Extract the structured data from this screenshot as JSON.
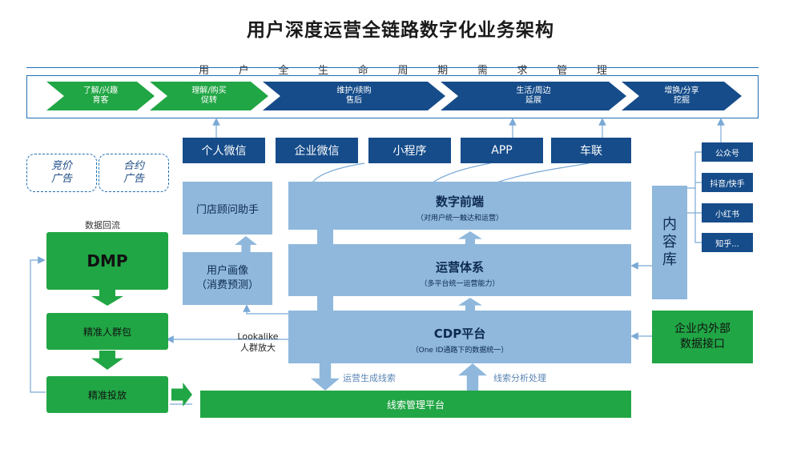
{
  "title": "用户深度运营全链路数字化业务架构",
  "lifecycle": {
    "label_chars": [
      "用",
      "户",
      "全",
      "生",
      "命",
      "周",
      "期",
      "需",
      "求",
      "管",
      "理"
    ],
    "stages": [
      {
        "line1": "了解/兴趣",
        "line2": "育客"
      },
      {
        "line1": "理解/购买",
        "line2": "促转"
      },
      {
        "line1": "维护/续购",
        "line2": "售后"
      },
      {
        "line1": "生活/周边",
        "line2": "延展"
      },
      {
        "line1": "增换/分享",
        "line2": "挖掘"
      }
    ]
  },
  "channels": [
    "个人微信",
    "企业微信",
    "小程序",
    "APP",
    "车联"
  ],
  "ads": {
    "bid": "竞价\n广告",
    "contract": "合约\n广告"
  },
  "data_return": "数据回流",
  "dmp": "DMP",
  "crowd_pack": "精准人群包",
  "precise_delivery": "精准投放",
  "store_assistant": "门店顾问助手",
  "user_portrait": {
    "line1": "用户画像",
    "line2": "（消费预测）"
  },
  "lookalike": {
    "line1": "Lookalike",
    "line2": "人群放大"
  },
  "digital_front": {
    "title": "数字前端",
    "sub": "（对用户统一触达和运营）"
  },
  "ops_system": {
    "title": "运营体系",
    "sub": "（多平台统一运营能力）"
  },
  "cdp": {
    "title": "CDP平台",
    "sub": "（One ID通路下的数据统一）"
  },
  "leads_gen": "运营生成线索",
  "leads_analysis": "线索分析处理",
  "leads_platform": "线索管理平台",
  "content_lib": "内\n容\n库",
  "media": [
    "公众号",
    "抖音/快手",
    "小红书",
    "知乎..."
  ],
  "data_interface": {
    "line1": "企业内外部",
    "line2": "数据接口"
  },
  "colors": {
    "green": "#21a645",
    "navy": "#164c8a",
    "light_blue": "#8fb8dc"
  }
}
